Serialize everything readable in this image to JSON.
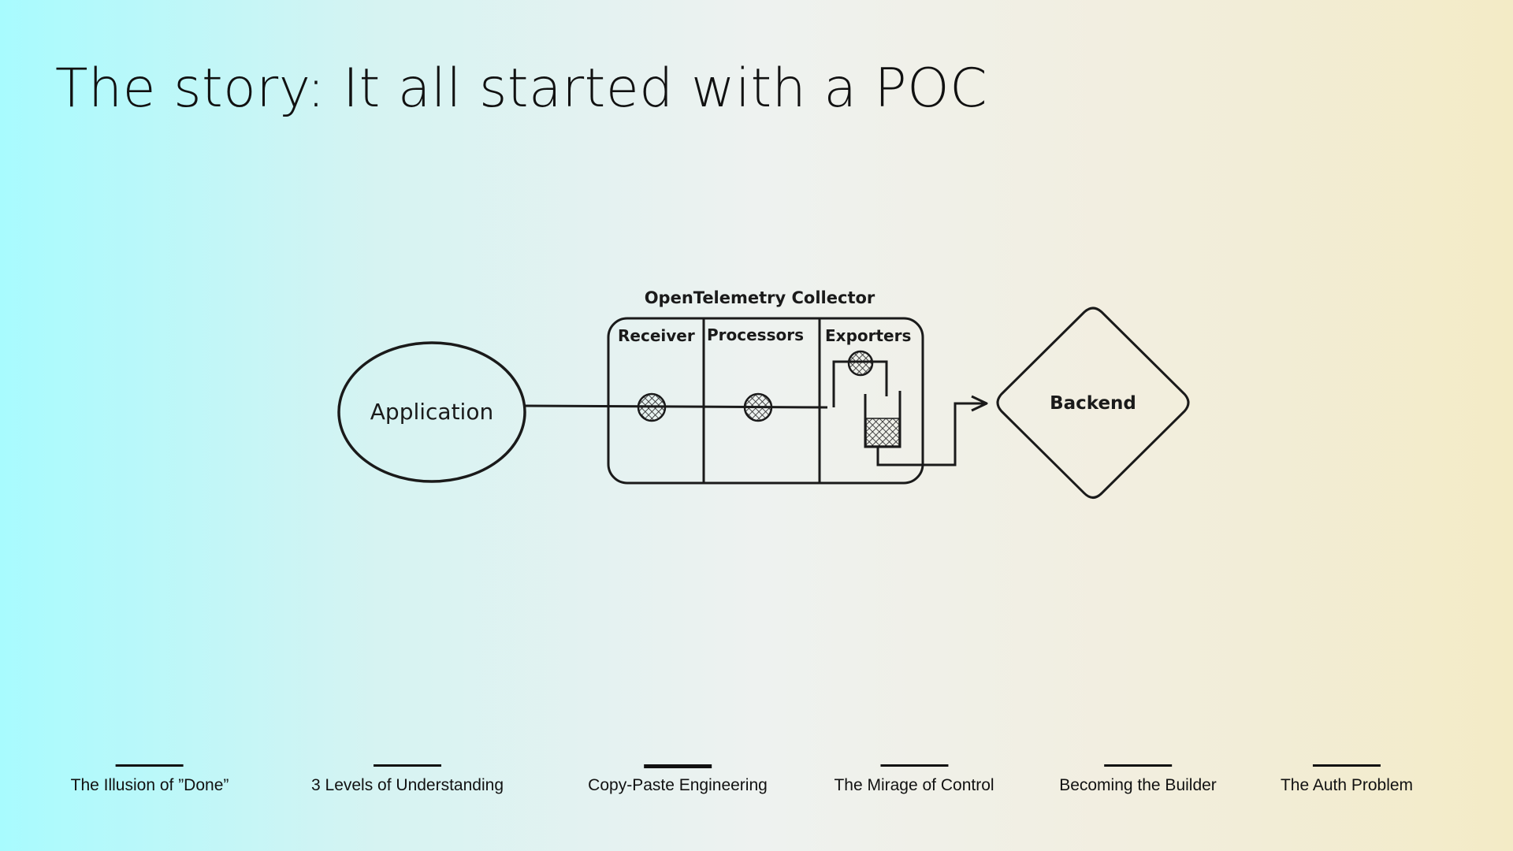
{
  "slide": {
    "title": "The story: It all started with a POC"
  },
  "diagram": {
    "application_label": "Application",
    "collector_title": "OpenTelemetry Collector",
    "sections": {
      "receiver": "Receiver",
      "processors": "Processors",
      "exporters": "Exporters"
    },
    "backend_label": "Backend"
  },
  "nav": {
    "items": [
      {
        "label": "The Illusion of ”Done”"
      },
      {
        "label": "3 Levels of Understanding"
      },
      {
        "label": "Copy-Paste Engineering",
        "active": true
      },
      {
        "label": "The Mirage of Control"
      },
      {
        "label": "Becoming the Builder"
      },
      {
        "label": "The Auth Problem"
      }
    ]
  }
}
